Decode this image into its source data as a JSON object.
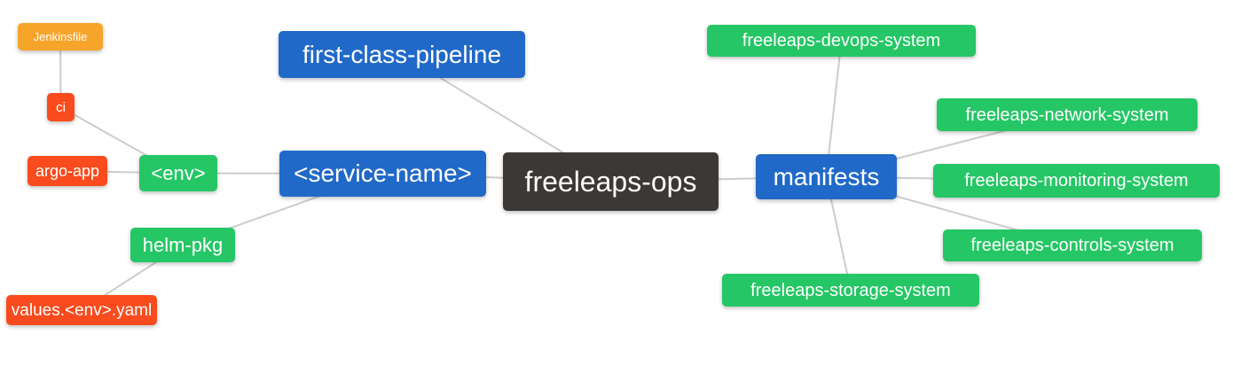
{
  "diagram": {
    "type": "mindmap",
    "root_id": "freeleaps-ops",
    "colors": {
      "background": "#FFFFFF",
      "edge": "#CCCCCC",
      "root": "#3B3835",
      "branch_blue": "#2169C8",
      "leaf_green": "#25C665",
      "leaf_red": "#F94B1D",
      "leaf_orange": "#F7A42B",
      "node_text": "#FFFFFF"
    },
    "nodes": [
      {
        "id": "jenkinsfile",
        "label": "Jenkinsfile",
        "color": "#F7A42B"
      },
      {
        "id": "ci",
        "label": "ci",
        "color": "#F94B1D"
      },
      {
        "id": "argo-app",
        "label": "argo-app",
        "color": "#F94B1D"
      },
      {
        "id": "env",
        "label": "<env>",
        "color": "#25C665"
      },
      {
        "id": "helm-pkg",
        "label": "helm-pkg",
        "color": "#25C665"
      },
      {
        "id": "values-env-yaml",
        "label": "values.<env>.yaml",
        "color": "#F94B1D"
      },
      {
        "id": "first-class-pipeline",
        "label": "first-class-pipeline",
        "color": "#2169C8"
      },
      {
        "id": "service-name",
        "label": "<service-name>",
        "color": "#2169C8"
      },
      {
        "id": "freeleaps-ops",
        "label": "freeleaps-ops",
        "color": "#3B3835"
      },
      {
        "id": "manifests",
        "label": "manifests",
        "color": "#2169C8"
      },
      {
        "id": "freeleaps-devops-system",
        "label": "freeleaps-devops-system",
        "color": "#25C665"
      },
      {
        "id": "freeleaps-network-system",
        "label": "freeleaps-network-system",
        "color": "#25C665"
      },
      {
        "id": "freeleaps-monitoring-system",
        "label": "freeleaps-monitoring-system",
        "color": "#25C665"
      },
      {
        "id": "freeleaps-controls-system",
        "label": "freeleaps-controls-system",
        "color": "#25C665"
      },
      {
        "id": "freeleaps-storage-system",
        "label": "freeleaps-storage-system",
        "color": "#25C665"
      }
    ],
    "edges": [
      {
        "from": "jenkinsfile",
        "to": "ci"
      },
      {
        "from": "ci",
        "to": "env"
      },
      {
        "from": "argo-app",
        "to": "env"
      },
      {
        "from": "env",
        "to": "service-name"
      },
      {
        "from": "helm-pkg",
        "to": "service-name"
      },
      {
        "from": "values-env-yaml",
        "to": "helm-pkg"
      },
      {
        "from": "first-class-pipeline",
        "to": "freeleaps-ops"
      },
      {
        "from": "service-name",
        "to": "freeleaps-ops"
      },
      {
        "from": "freeleaps-ops",
        "to": "manifests"
      },
      {
        "from": "manifests",
        "to": "freeleaps-devops-system"
      },
      {
        "from": "manifests",
        "to": "freeleaps-network-system"
      },
      {
        "from": "manifests",
        "to": "freeleaps-monitoring-system"
      },
      {
        "from": "manifests",
        "to": "freeleaps-controls-system"
      },
      {
        "from": "manifests",
        "to": "freeleaps-storage-system"
      }
    ]
  }
}
